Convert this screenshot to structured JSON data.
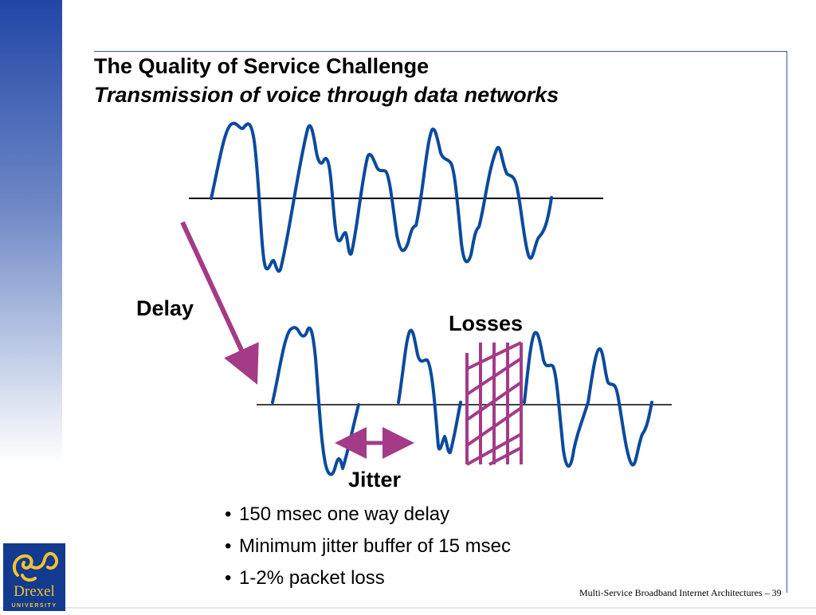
{
  "slide": {
    "title": "The Quality of Service Challenge",
    "subtitle": "Transmission of voice through data networks"
  },
  "diagram": {
    "labels": {
      "delay": "Delay",
      "losses": "Losses",
      "jitter": "Jitter"
    },
    "colors": {
      "wave": "#0b4a9e",
      "annotation": "#a43b86",
      "baseline": "#000000"
    }
  },
  "bullets": [
    "150 msec one way delay",
    "Minimum jitter buffer of 15 msec",
    "1-2% packet loss"
  ],
  "logo": {
    "word": "Drexel",
    "sub": "UNIVERSITY"
  },
  "footer": {
    "text": "Multi-Service Broadband Internet Architectures – 39"
  }
}
